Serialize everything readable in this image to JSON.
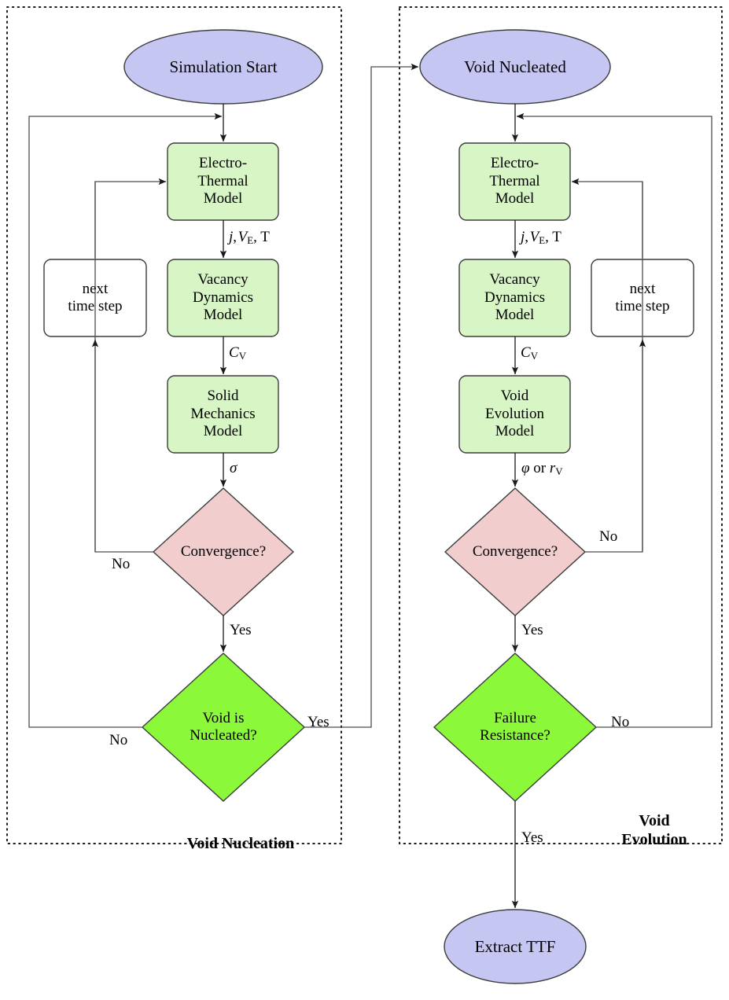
{
  "diagram": {
    "title": "Electromigration simulation flowchart",
    "colors": {
      "terminal_fill": "#c6c6f2",
      "process_fill": "#d8f5c6",
      "plain_fill": "#ffffff",
      "decision_pink_fill": "#f2cdcd",
      "decision_green_fill": "#8cf83a",
      "stroke": "#4d4d4d",
      "text": "#000000"
    },
    "groups": [
      {
        "id": "group-void-nucleation",
        "label": "Void Nucleation"
      },
      {
        "id": "group-void-evolution",
        "label": "Void\nEvolution"
      }
    ],
    "nodes": [
      {
        "id": "simulation-start",
        "label": "Simulation Start",
        "shape": "ellipse",
        "fill": "terminal_fill"
      },
      {
        "id": "void-nucleated",
        "label": "Void Nucleated",
        "shape": "ellipse",
        "fill": "terminal_fill"
      },
      {
        "id": "electro-thermal-left",
        "label": "Electro-\nThermal\nModel",
        "shape": "box",
        "fill": "process_fill"
      },
      {
        "id": "electro-thermal-right",
        "label": "Electro-\nThermal\nModel",
        "shape": "box",
        "fill": "process_fill"
      },
      {
        "id": "vacancy-dynamics-left",
        "label": "Vacancy\nDynamics\nModel",
        "shape": "box",
        "fill": "process_fill"
      },
      {
        "id": "vacancy-dynamics-right",
        "label": "Vacancy\nDynamics\nModel",
        "shape": "box",
        "fill": "process_fill"
      },
      {
        "id": "solid-mechanics",
        "label": "Solid\nMechanics\nModel",
        "shape": "box",
        "fill": "process_fill"
      },
      {
        "id": "void-evolution-model",
        "label": "Void\nEvolution\nModel",
        "shape": "box",
        "fill": "process_fill"
      },
      {
        "id": "next-time-step-left",
        "label": "next\ntime step",
        "shape": "box",
        "fill": "plain_fill"
      },
      {
        "id": "next-time-step-right",
        "label": "next\ntime step",
        "shape": "box",
        "fill": "plain_fill"
      },
      {
        "id": "convergence-left",
        "label": "Convergence?",
        "shape": "diamond",
        "fill": "decision_pink_fill"
      },
      {
        "id": "convergence-right",
        "label": "Convergence?",
        "shape": "diamond",
        "fill": "decision_pink_fill"
      },
      {
        "id": "void-is-nucleated",
        "label": "Void is\nNucleated?",
        "shape": "diamond",
        "fill": "decision_green_fill"
      },
      {
        "id": "failure-resistance",
        "label": "Failure\nResistance?",
        "shape": "diamond",
        "fill": "decision_green_fill"
      },
      {
        "id": "extract-ttf",
        "label": "Extract TTF",
        "shape": "ellipse",
        "fill": "terminal_fill"
      }
    ],
    "edge_labels": [
      {
        "id": "edge-label-jvt-left",
        "text": "j, VE, T",
        "parts": [
          "j",
          ", ",
          "V",
          "E",
          ", T"
        ]
      },
      {
        "id": "edge-label-jvt-right",
        "text": "j, VE, T",
        "parts": [
          "j",
          ", ",
          "V",
          "E",
          ", T"
        ]
      },
      {
        "id": "edge-label-cv-left",
        "text": "CV",
        "parts": [
          "C",
          "V"
        ]
      },
      {
        "id": "edge-label-cv-right",
        "text": "CV",
        "parts": [
          "C",
          "V"
        ]
      },
      {
        "id": "edge-label-sigma",
        "text": "σ"
      },
      {
        "id": "edge-label-phi-rv",
        "text": "φ or rV",
        "parts": [
          "φ",
          " or ",
          "r",
          "V"
        ]
      },
      {
        "id": "edge-label-no-conv-left",
        "text": "No"
      },
      {
        "id": "edge-label-yes-conv-left",
        "text": "Yes"
      },
      {
        "id": "edge-label-no-nucleated",
        "text": "No"
      },
      {
        "id": "edge-label-yes-nucleated",
        "text": "Yes"
      },
      {
        "id": "edge-label-no-conv-right",
        "text": "No"
      },
      {
        "id": "edge-label-yes-conv-right",
        "text": "Yes"
      },
      {
        "id": "edge-label-no-failure",
        "text": "No"
      },
      {
        "id": "edge-label-yes-failure",
        "text": "Yes"
      }
    ]
  }
}
